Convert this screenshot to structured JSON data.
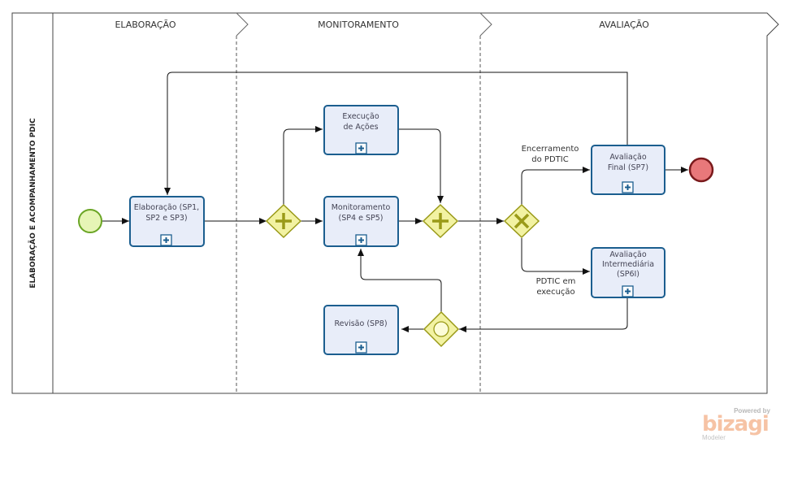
{
  "pool": {
    "title": "ELABORAÇÃO E ACOMPANHAMENTO PDIC"
  },
  "phases": [
    "ELABORAÇÃO",
    "MONITORAMENTO",
    "AVALIAÇÃO"
  ],
  "tasks": {
    "elaboracao": [
      "Elaboração (SP1,",
      "SP2 e SP3)"
    ],
    "execucao": [
      "Execução",
      "de Ações"
    ],
    "monitoramento": [
      "Monitoramento",
      "(SP4 e SP5)"
    ],
    "revisao": [
      "Revisão (SP8)"
    ],
    "avaliacao_final": [
      "Avaliação",
      "Final (SP7)"
    ],
    "avaliacao_intermediaria": [
      "Avaliação",
      "Intermediária",
      "(SP6I)"
    ]
  },
  "flow_labels": {
    "encerramento": [
      "Encerramento",
      "do PDTIC"
    ],
    "pdtic_execucao": [
      "PDTIC em",
      "execução"
    ]
  },
  "branding": {
    "powered_by": "Powered by",
    "name": "bizagi",
    "product": "Modeler"
  },
  "colors": {
    "task_fill": "#e8edf9",
    "task_stroke": "#1b5e8f",
    "gateway_fill": "#f2f2a2",
    "gateway_stroke": "#9a9a18",
    "start_fill": "#e6f5b6",
    "start_stroke": "#6aa524",
    "end_fill": "#e8787a",
    "end_stroke": "#7a1a1c",
    "brand": "#f6c3a5"
  }
}
